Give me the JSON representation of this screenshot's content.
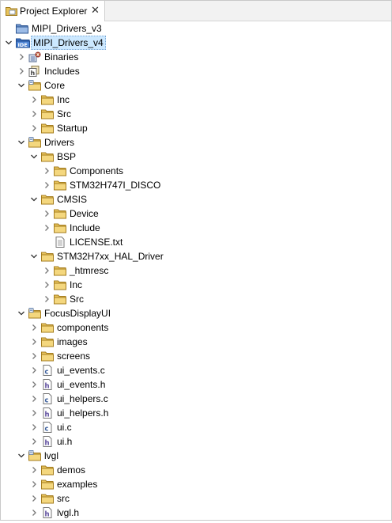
{
  "tab": {
    "title": "Project Explorer",
    "close": "✕"
  },
  "tree": [
    {
      "label": "MIPI_Drivers_v3",
      "depth": 0,
      "icon": "project-icon",
      "toggle": "none",
      "y": 0
    },
    {
      "label": "MIPI_Drivers_v4",
      "depth": 0,
      "icon": "ide-project-icon",
      "toggle": "expanded",
      "selected": true
    },
    {
      "label": "Binaries",
      "depth": 1,
      "icon": "binaries-icon",
      "toggle": "collapsed"
    },
    {
      "label": "Includes",
      "depth": 1,
      "icon": "includes-icon",
      "toggle": "collapsed"
    },
    {
      "label": "Core",
      "depth": 1,
      "icon": "source-folder-icon",
      "toggle": "expanded"
    },
    {
      "label": "Inc",
      "depth": 2,
      "icon": "folder-icon",
      "toggle": "collapsed"
    },
    {
      "label": "Src",
      "depth": 2,
      "icon": "folder-icon",
      "toggle": "collapsed"
    },
    {
      "label": "Startup",
      "depth": 2,
      "icon": "folder-icon",
      "toggle": "collapsed"
    },
    {
      "label": "Drivers",
      "depth": 1,
      "icon": "source-folder-icon",
      "toggle": "expanded"
    },
    {
      "label": "BSP",
      "depth": 2,
      "icon": "folder-icon",
      "toggle": "expanded"
    },
    {
      "label": "Components",
      "depth": 3,
      "icon": "folder-icon",
      "toggle": "collapsed"
    },
    {
      "label": "STM32H747I_DISCO",
      "depth": 3,
      "icon": "folder-icon",
      "toggle": "collapsed"
    },
    {
      "label": "CMSIS",
      "depth": 2,
      "icon": "folder-icon",
      "toggle": "expanded"
    },
    {
      "label": "Device",
      "depth": 3,
      "icon": "folder-icon",
      "toggle": "collapsed"
    },
    {
      "label": "Include",
      "depth": 3,
      "icon": "folder-icon",
      "toggle": "collapsed"
    },
    {
      "label": "LICENSE.txt",
      "depth": 3,
      "icon": "text-file-icon",
      "toggle": "none"
    },
    {
      "label": "STM32H7xx_HAL_Driver",
      "depth": 2,
      "icon": "folder-icon",
      "toggle": "expanded"
    },
    {
      "label": "_htmresc",
      "depth": 3,
      "icon": "folder-icon",
      "toggle": "collapsed"
    },
    {
      "label": "Inc",
      "depth": 3,
      "icon": "folder-icon",
      "toggle": "collapsed"
    },
    {
      "label": "Src",
      "depth": 3,
      "icon": "folder-icon",
      "toggle": "collapsed"
    },
    {
      "label": "FocusDisplayUI",
      "depth": 1,
      "icon": "source-folder-icon",
      "toggle": "expanded"
    },
    {
      "label": "components",
      "depth": 2,
      "icon": "folder-icon",
      "toggle": "collapsed"
    },
    {
      "label": "images",
      "depth": 2,
      "icon": "folder-icon",
      "toggle": "collapsed"
    },
    {
      "label": "screens",
      "depth": 2,
      "icon": "folder-icon",
      "toggle": "collapsed"
    },
    {
      "label": "ui_events.c",
      "depth": 2,
      "icon": "c-file-icon",
      "toggle": "collapsed"
    },
    {
      "label": "ui_events.h",
      "depth": 2,
      "icon": "h-file-icon",
      "toggle": "collapsed"
    },
    {
      "label": "ui_helpers.c",
      "depth": 2,
      "icon": "c-file-icon",
      "toggle": "collapsed"
    },
    {
      "label": "ui_helpers.h",
      "depth": 2,
      "icon": "h-file-icon",
      "toggle": "collapsed"
    },
    {
      "label": "ui.c",
      "depth": 2,
      "icon": "c-file-icon",
      "toggle": "collapsed"
    },
    {
      "label": "ui.h",
      "depth": 2,
      "icon": "h-file-icon",
      "toggle": "collapsed"
    },
    {
      "label": "lvgl",
      "depth": 1,
      "icon": "source-folder-icon",
      "toggle": "expanded"
    },
    {
      "label": "demos",
      "depth": 2,
      "icon": "folder-icon",
      "toggle": "collapsed"
    },
    {
      "label": "examples",
      "depth": 2,
      "icon": "folder-icon",
      "toggle": "collapsed"
    },
    {
      "label": "src",
      "depth": 2,
      "icon": "folder-icon",
      "toggle": "collapsed"
    },
    {
      "label": "lvgl.h",
      "depth": 2,
      "icon": "h-file-icon",
      "toggle": "collapsed"
    }
  ]
}
